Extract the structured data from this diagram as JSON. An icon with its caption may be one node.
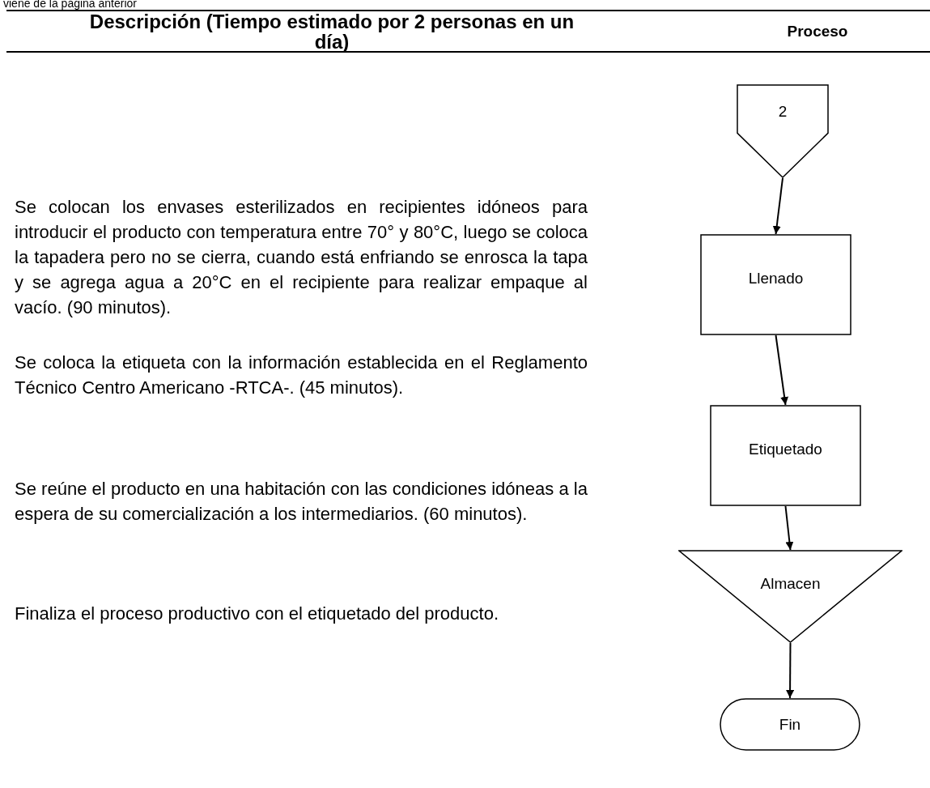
{
  "diagram": {
    "nodes": [
      {
        "text": [
          "2"
        ]
      },
      {
        "text": [
          "Llenado"
        ]
      },
      {
        "text": [
          "Etiquetado"
        ]
      },
      {
        "text": [
          "Almacen"
        ]
      },
      {
        "text": [
          "Fin"
        ]
      }
    ],
    "edges": [
      {
        "from": 0,
        "to": 1,
        "arrow": "to"
      },
      {
        "from": 1,
        "to": 2,
        "arrow": "to"
      },
      {
        "from": 2,
        "to": 3,
        "arrow": "to"
      },
      {
        "from": 3,
        "to": 4,
        "arrow": "to"
      }
    ],
    "labels": [
      "viene de la página anterior",
      "Descripción (Tiempo estimado por 2 personas en un día)",
      "Proceso",
      "Se colocan los envases esterilizados en recipientes idóneos para introducir el producto con temperatura entre 70° y 80°C, luego se coloca la tapadera pero no se cierra, cuando está enfriando se enrosca la tapa y se agrega agua a 20°C en el recipiente para realizar empaque al vacío. (90 minutos).",
      "Se coloca la etiqueta con la información establecida en el Reglamento Técnico Centro Americano -RTCA-. (45 minutos).",
      "Se reúne el producto en una habitación con las condiciones idóneas a la espera de su comercialización a los intermediarios. (60 minutos).",
      "Finaliza el proceso productivo con el etiquetado del producto."
    ]
  }
}
